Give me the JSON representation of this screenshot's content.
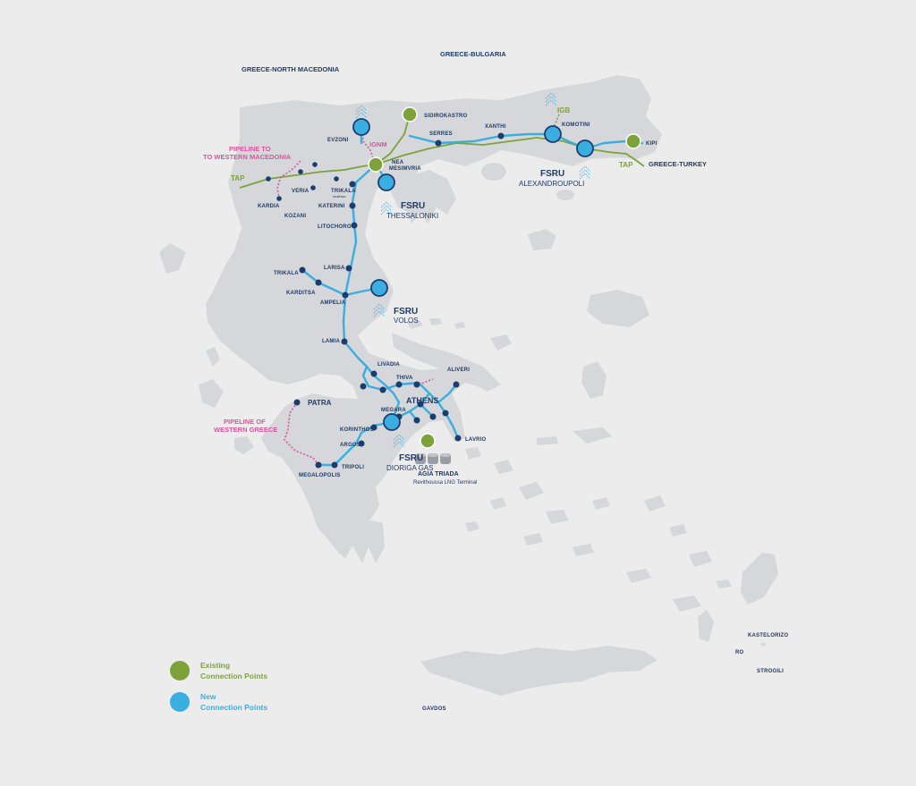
{
  "colors": {
    "background": "#ececed",
    "land": "#d5d7da",
    "existing_pipeline": "#7da23a",
    "new_pipeline": "#3aaee0",
    "planned_pipeline": "#d9559f",
    "node": "#1b3c6e",
    "text": "#1f3b66"
  },
  "borders": {
    "north_macedonia": "GREECE-NORTH MACEDONIA",
    "bulgaria": "GREECE-BULGARIA",
    "turkey": "GREECE-TURKEY"
  },
  "pipelines": {
    "tap_west": "TAP",
    "tap_east": "TAP",
    "igb": "IGB",
    "ignm": "IGNM",
    "western_macedonia_1": "PIPELINE TO",
    "western_macedonia_2": "TO WESTERN MACEDONIA",
    "western_greece_1": "PIPELINE OF",
    "western_greece_2": "WESTERN GREECE"
  },
  "fsru": {
    "thessaloniki": {
      "title": "FSRU",
      "name": "THESSALONIKI"
    },
    "alexandroupoli": {
      "title": "FSRU",
      "name": "ALEXANDROUPOLI"
    },
    "volos": {
      "title": "FSRU",
      "name": "VOLOS"
    },
    "dioriga": {
      "title": "FSRU",
      "name": "DIORIGA GAS"
    }
  },
  "terminal": {
    "name": "AGIA TRIADA",
    "subtitle": "Revithoussa LNG Terminal"
  },
  "cities": {
    "evzoni": "EVZONI",
    "sidirokastro": "SIDIROKASTRO",
    "serres": "SERRES",
    "xanthi": "XANTHI",
    "komotini": "KOMOTINI",
    "kipi": "KIPI",
    "nea_mesimvria_1": "NEA",
    "nea_mesimvria_2": "MESIMVRIA",
    "veria": "VERIA",
    "trikala_imathia": "TRIKALA",
    "imathias": "Imathias",
    "kardia": "KARDIA",
    "kozani": "KOZANI",
    "katerini": "KATERINI",
    "litochoro": "LITOCHORO",
    "trikala": "TRIKALA",
    "larisa": "LARISA",
    "karditsa": "KARDITSA",
    "ampelia": "AMPELIA",
    "lamia": "LAMIA",
    "livadia": "LIVADIA",
    "thiva": "THIVA",
    "aliveri": "ALIVERI",
    "athens": "ATHENS",
    "megara": "MEGARA",
    "patra": "PATRA",
    "korinthos": "KORINTHOS",
    "argos": "ARGOS",
    "tripoli": "TRIPOLI",
    "megalopolis": "MEGALOPOLIS",
    "lavrio": "LAVRIO",
    "kastelorizo": "KASTELORIZO",
    "ro": "RO",
    "strogili": "STROGILI",
    "gavdos": "GAVDOS"
  },
  "legend": {
    "existing_1": "Existing",
    "existing_2": "Connection Points",
    "new_1": "New",
    "new_2": "Connection Points"
  }
}
